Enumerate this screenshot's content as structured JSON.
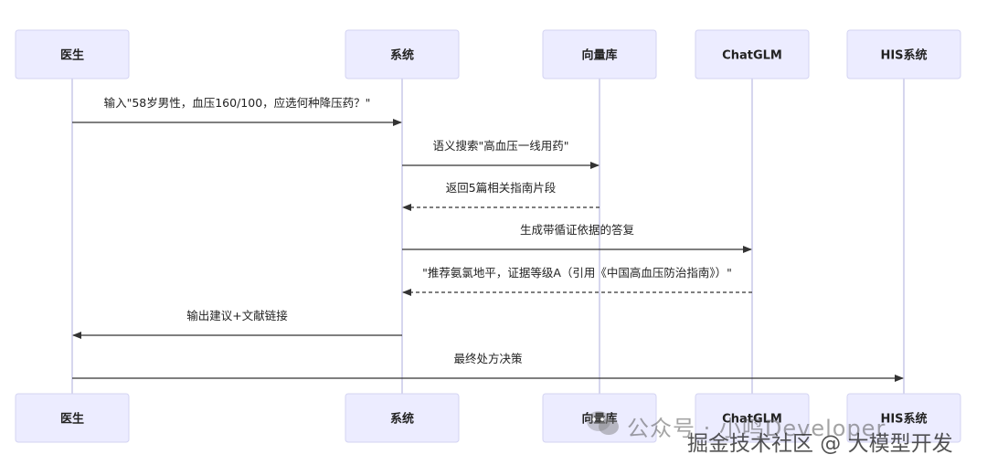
{
  "participants": [
    {
      "id": "doctor",
      "label": "医生"
    },
    {
      "id": "system",
      "label": "系统"
    },
    {
      "id": "vectordb",
      "label": "向量库"
    },
    {
      "id": "chatglm",
      "label": "ChatGLM"
    },
    {
      "id": "his",
      "label": "HIS系统"
    }
  ],
  "messages": [
    {
      "from": "doctor",
      "to": "system",
      "text": "输入\"58岁男性，血压160/100，应选何种降压药？\"",
      "style": "solid"
    },
    {
      "from": "system",
      "to": "vectordb",
      "text": "语义搜索\"高血压一线用药\"",
      "style": "solid"
    },
    {
      "from": "vectordb",
      "to": "system",
      "text": "返回5篇相关指南片段",
      "style": "dashed"
    },
    {
      "from": "system",
      "to": "chatglm",
      "text": "生成带循证依据的答复",
      "style": "solid"
    },
    {
      "from": "chatglm",
      "to": "system",
      "text": "\"推荐氨氯地平，证据等级A（引用《中国高血压防治指南》）\"",
      "style": "dashed"
    },
    {
      "from": "system",
      "to": "doctor",
      "text": "输出建议+文献链接",
      "style": "solid"
    },
    {
      "from": "doctor",
      "to": "his",
      "text": "最终处方决策",
      "style": "solid"
    }
  ],
  "watermark": {
    "line1": "公众号 · 小鸣Developer",
    "line2": "掘金技术社区 @ 大模型开发"
  },
  "colors": {
    "actor_fill": "#ECECFF",
    "actor_border": "#D3D3F2",
    "lifeline": "#C9C9E8",
    "arrow": "#333333"
  }
}
